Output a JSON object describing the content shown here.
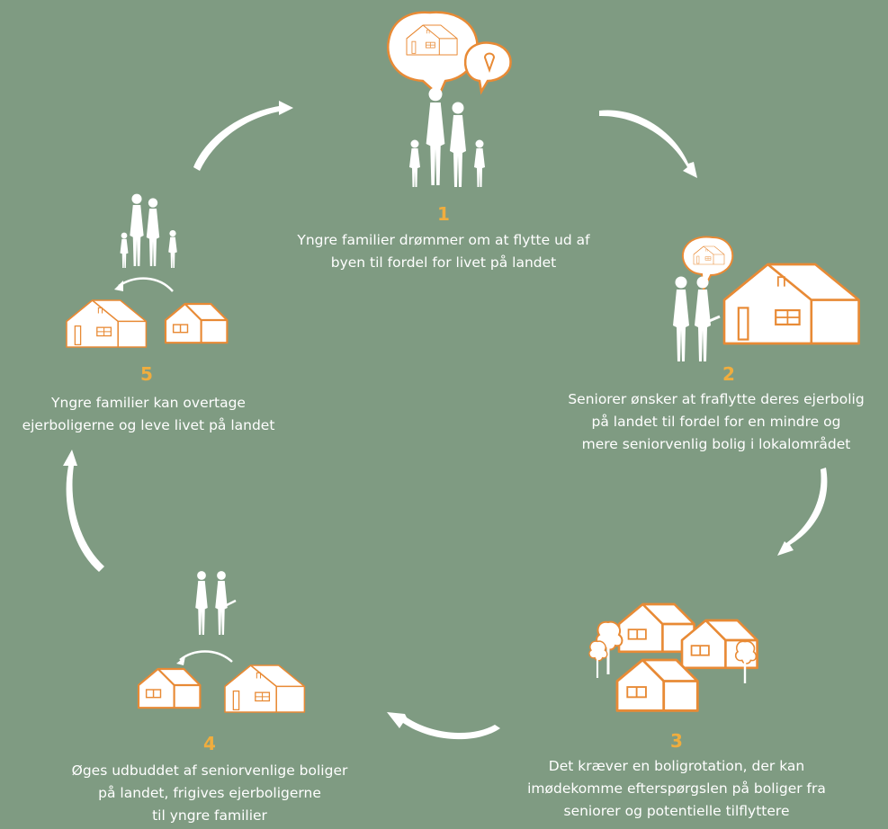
{
  "steps": [
    {
      "number": "1",
      "lines": [
        "Yngre familier drømmer om at flytte ud af",
        "byen til fordel for livet på landet"
      ]
    },
    {
      "number": "2",
      "lines": [
        "Seniorer ønsker at fraflytte deres ejerbolig",
        "på landet til fordel for en mindre og",
        "mere seniorvenlig bolig i lokalområdet"
      ]
    },
    {
      "number": "3",
      "lines": [
        "Det kræver en boligrotation, der kan",
        "imødekomme efterspørgslen på boliger fra",
        "seniorer og potentielle tilflyttere"
      ]
    },
    {
      "number": "4",
      "lines": [
        "Øges udbuddet af seniorvenlige boliger",
        "på landet, frigives ejerboligerne",
        "til yngre familier"
      ]
    },
    {
      "number": "5",
      "lines": [
        "Yngre familier kan overtage",
        "ejerboligerne og leve livet på landet"
      ]
    }
  ],
  "colors": {
    "background": "#7f9b82",
    "accent": "#f0ad3e",
    "house_outline": "#e88a35",
    "text": "#ffffff"
  }
}
